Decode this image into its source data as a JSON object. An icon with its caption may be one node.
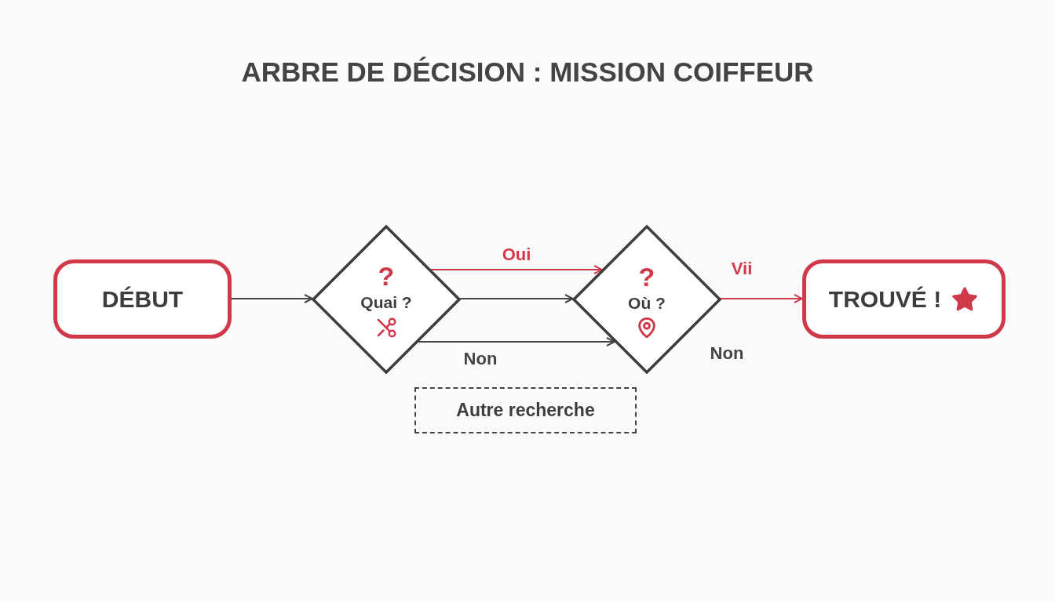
{
  "diagram": {
    "title": "ARBRE DE DÉCISION : MISSION COIFFEUR",
    "nodes": [
      {
        "text": [
          "DÉBUT"
        ]
      },
      {
        "text": [
          "?",
          "Quai ?"
        ]
      },
      {
        "text": [
          "?",
          "Où ?"
        ]
      },
      {
        "text": [
          "TROUVÉ !"
        ]
      },
      {
        "text": [
          "Autre recherche"
        ]
      }
    ],
    "edges": [
      {
        "from": 0,
        "to": 1,
        "arrow": "to"
      },
      {
        "from": 1,
        "to": 2,
        "arrow": "to",
        "label": "Oui",
        "color": "#d0394a"
      },
      {
        "from": 1,
        "to": 2,
        "arrow": "to"
      },
      {
        "from": 1,
        "to": 2,
        "arrow": "to",
        "label": "Non"
      },
      {
        "from": 2,
        "to": 3,
        "arrow": "to",
        "label": "Vii",
        "color": "#d0394a"
      }
    ],
    "labels": [
      "Non"
    ]
  }
}
